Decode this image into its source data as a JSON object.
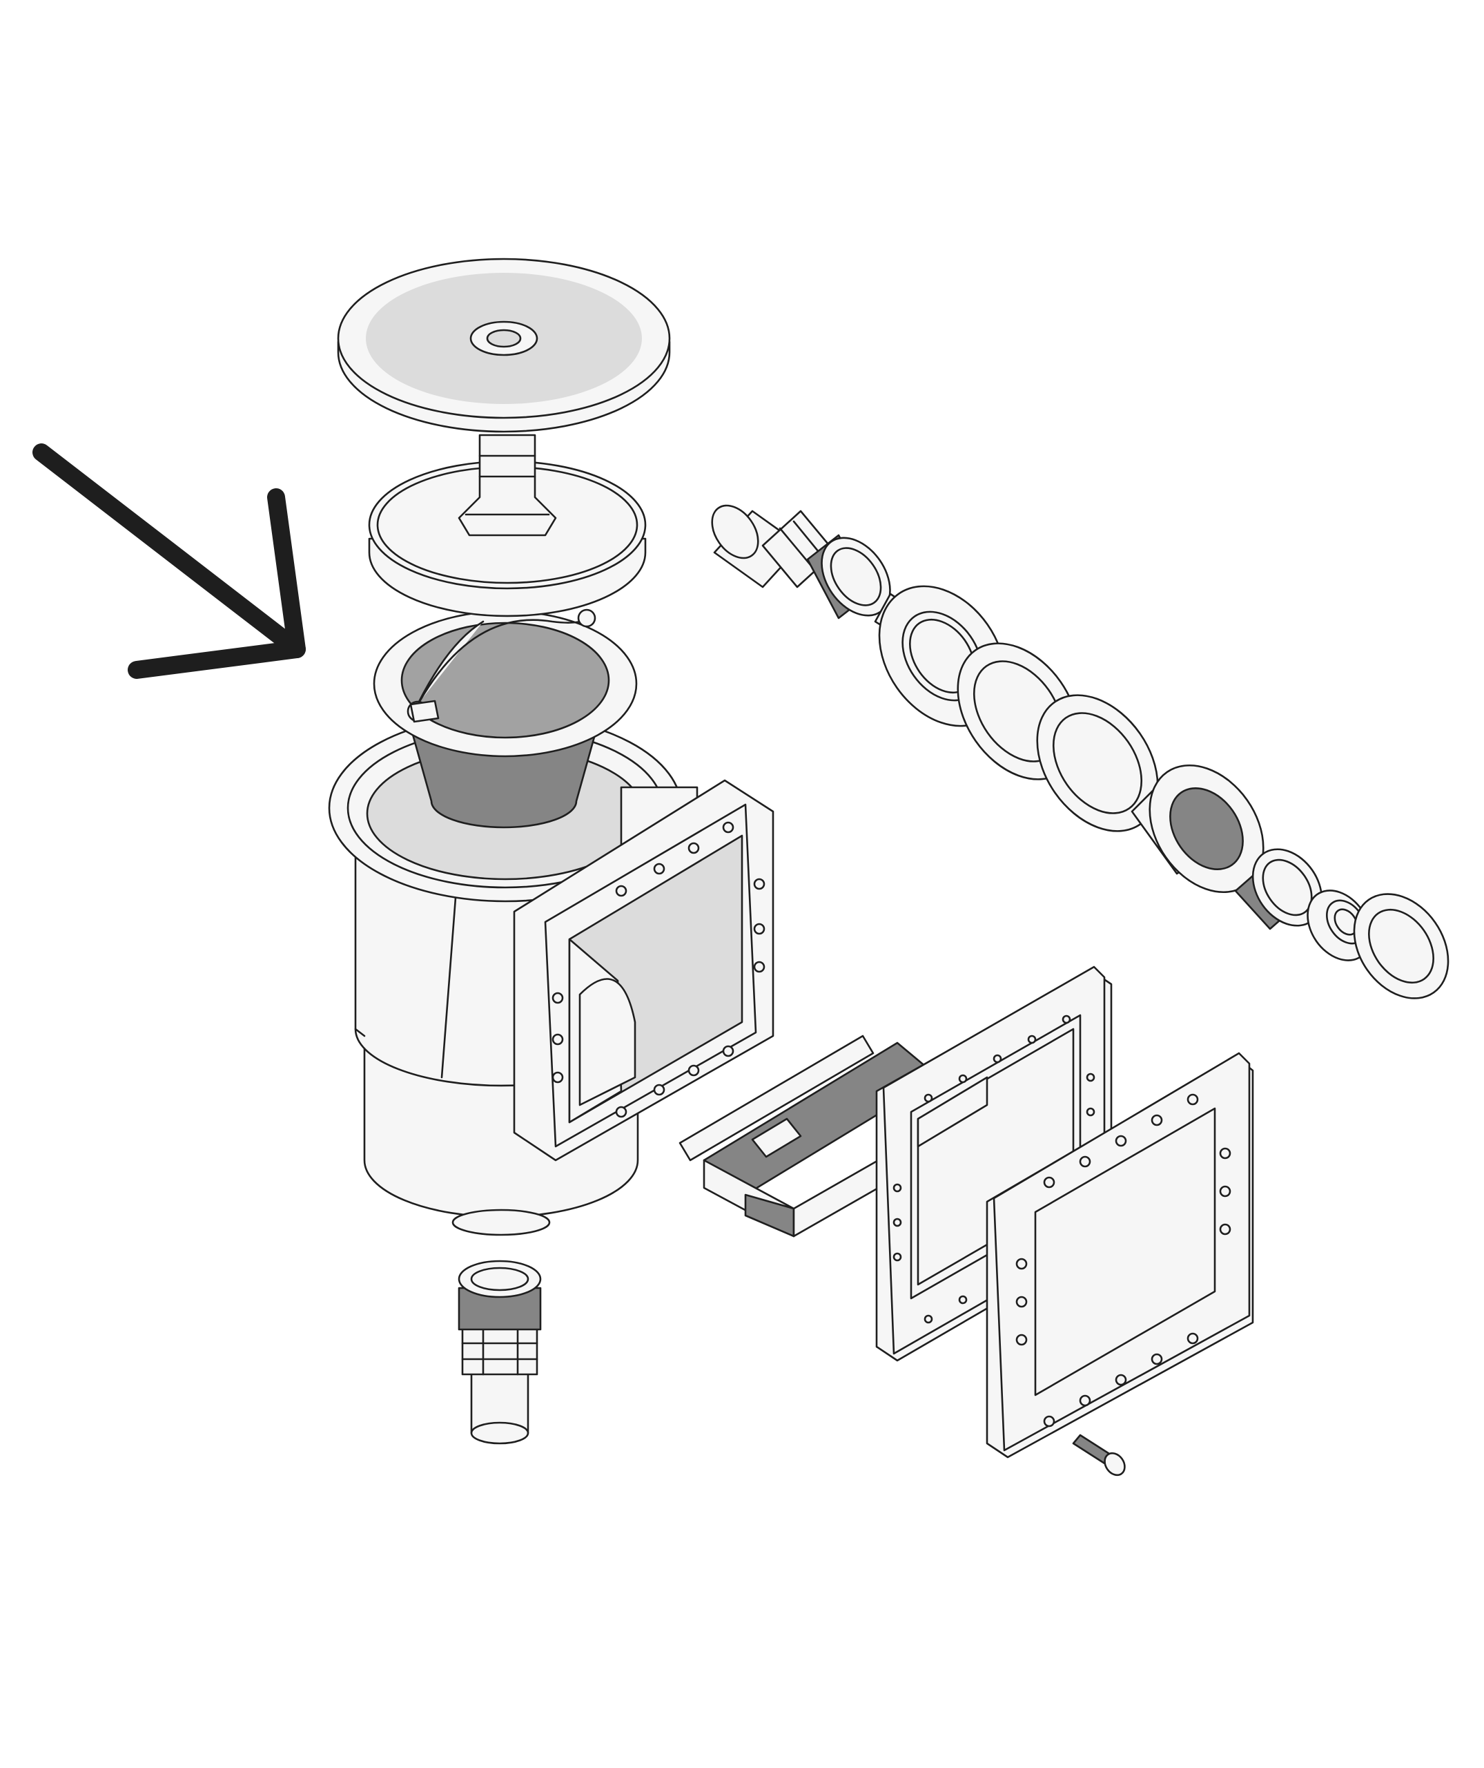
{
  "figure": {
    "type": "exploded-parts-illustration",
    "background": "#ffffff",
    "line_color": "#1e1e1e",
    "shade_colors": {
      "white": "#f6f6f6",
      "light": "#dcdcdc",
      "mid": "#a2a2a2",
      "dark": "#858585"
    },
    "pointer": {
      "icon": "arrow-icon",
      "color": "#1e1e1e",
      "points_to": "skimmer-basket"
    },
    "parts": [
      "skimmer-lid",
      "float-valve",
      "skimmer-basket",
      "skimmer-body",
      "weir-door",
      "mounting-gasket",
      "face-plate",
      "face-plate-screw",
      "bottom-hose-adapter",
      "hose-adapter",
      "lock-nut",
      "gasket-ring",
      "gasket-ring",
      "through-wall-fitting",
      "threaded-coupling",
      "reducer-bushing",
      "end-ring"
    ]
  }
}
